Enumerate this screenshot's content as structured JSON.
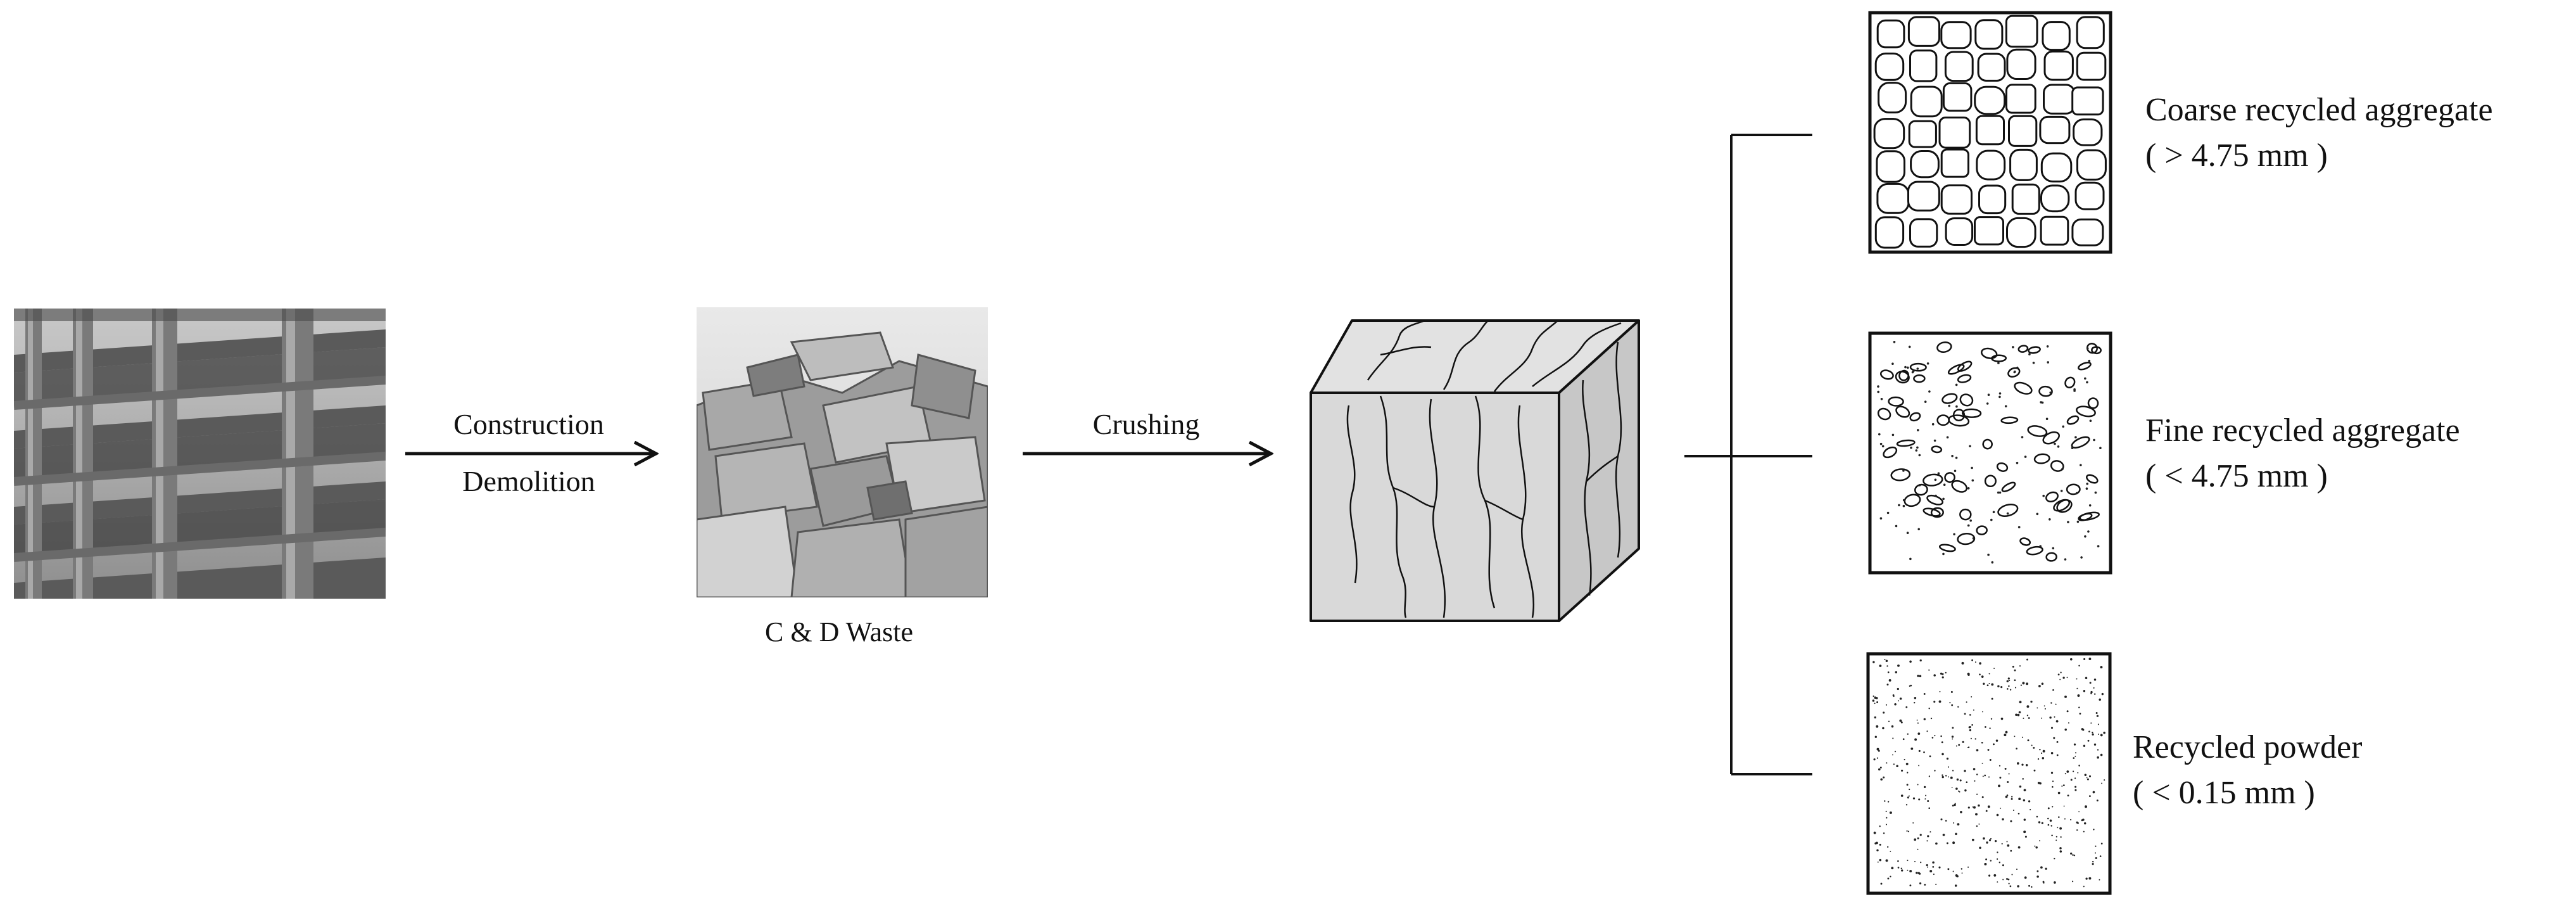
{
  "steps": {
    "step1_line1": "Construction",
    "step1_line2": "Demolition",
    "waste_label": "C & D Waste",
    "step2": "Crushing"
  },
  "products": [
    {
      "name": "Coarse recycled aggregate",
      "size": "( > 4.75 mm )"
    },
    {
      "name": "Fine recycled aggregate",
      "size": "( < 4.75 mm )"
    },
    {
      "name": "Recycled powder",
      "size": "( < 0.15 mm )"
    }
  ]
}
